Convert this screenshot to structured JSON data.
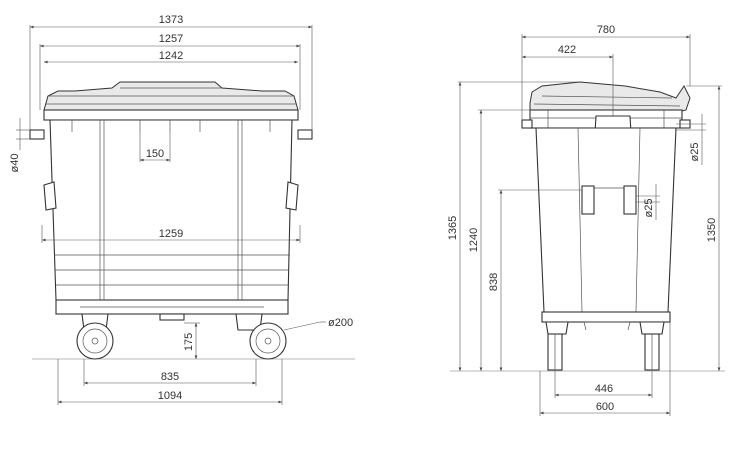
{
  "front_view": {
    "width_overall": "1373",
    "width_lid_outer": "1257",
    "width_lid_inner": "1242",
    "slot_width": "150",
    "body_width": "1259",
    "pin_diameter": "ø40",
    "wheel_height": "175",
    "wheel_diameter": "ø200",
    "wheel_track": "835",
    "base_width": "1094"
  },
  "side_view": {
    "depth_overall": "780",
    "lid_hinge_offset": "422",
    "total_height": "1365",
    "height_1240": "1240",
    "height_838": "838",
    "height_1350": "1350",
    "hole_upper": "ø25",
    "hole_lower": "ø25",
    "wheel_track": "446",
    "base_depth": "600"
  },
  "colors": {
    "line": "#333333",
    "fill": "#ffffff",
    "shade": "#e9e9e9"
  }
}
